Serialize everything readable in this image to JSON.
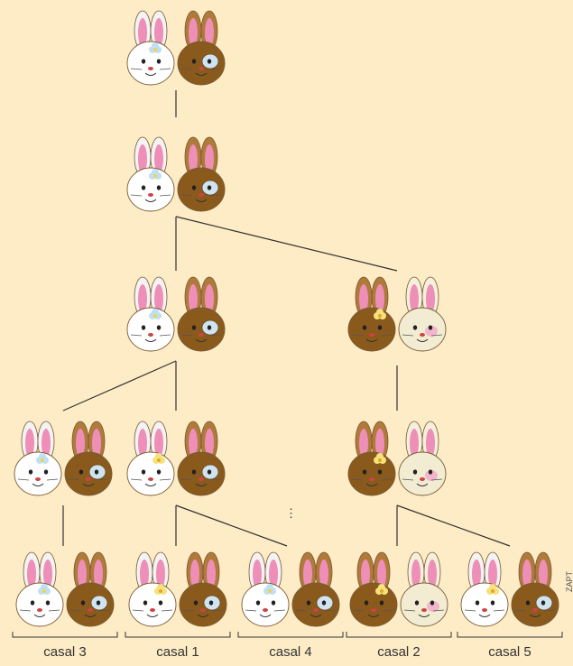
{
  "labels": {
    "casal_3": "casal 3",
    "casal_1": "casal 1",
    "casal_4": "casal 4",
    "casal_2": "casal 2",
    "casal_5": "casal 5"
  },
  "ellipsis": "⋮",
  "credit": "ZAPT",
  "colors": {
    "background": "#fdecc5",
    "white_rabbit": "#ffffff",
    "brown_rabbit": "#8a5a1c",
    "cream_rabbit": "#f1ecd2",
    "ear_pink": "#ee8fb8",
    "line": "#333333"
  }
}
